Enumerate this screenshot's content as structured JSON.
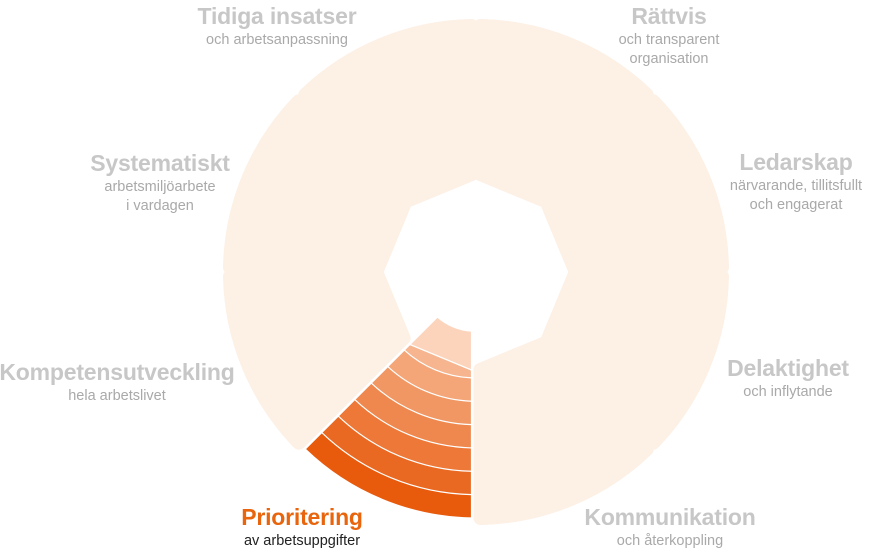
{
  "colors": {
    "segment_inactive": "#fdf0e5",
    "segment_active_inner": "#fde3d1",
    "segment_active_outer": "#e85a0c",
    "title_inactive": "#c7c7c7",
    "subtitle_inactive": "#a9a9a9",
    "title_active": "#e8650d",
    "subtitle_active": "#222222"
  },
  "segments": [
    {
      "id": "rattvis",
      "title": "Rättvis",
      "subtitle_lines": [
        "och transparent",
        "organisation"
      ],
      "active": false
    },
    {
      "id": "ledarskap",
      "title": "Ledarskap",
      "subtitle_lines": [
        "närvarande, tillitsfullt",
        "och engagerat"
      ],
      "active": false
    },
    {
      "id": "delaktighet",
      "title": "Delaktighet",
      "subtitle_lines": [
        "och inflytande"
      ],
      "active": false
    },
    {
      "id": "kommunikation",
      "title": "Kommunikation",
      "subtitle_lines": [
        "och återkoppling"
      ],
      "active": false
    },
    {
      "id": "prioritering",
      "title": "Prioritering",
      "subtitle_lines": [
        "av arbetsuppgifter"
      ],
      "active": true,
      "active_level_rings": 9
    },
    {
      "id": "kompetensutveckling",
      "title": "Kompetensutveckling",
      "subtitle_lines": [
        "hela arbetslivet"
      ],
      "active": false
    },
    {
      "id": "systematiskt",
      "title": "Systematiskt",
      "subtitle_lines": [
        "arbetsmiljöarbete",
        "i vardagen"
      ],
      "active": false
    },
    {
      "id": "tidiga-insatser",
      "title": "Tidiga insatser",
      "subtitle_lines": [
        "och arbetsanpassning"
      ],
      "active": false
    }
  ]
}
